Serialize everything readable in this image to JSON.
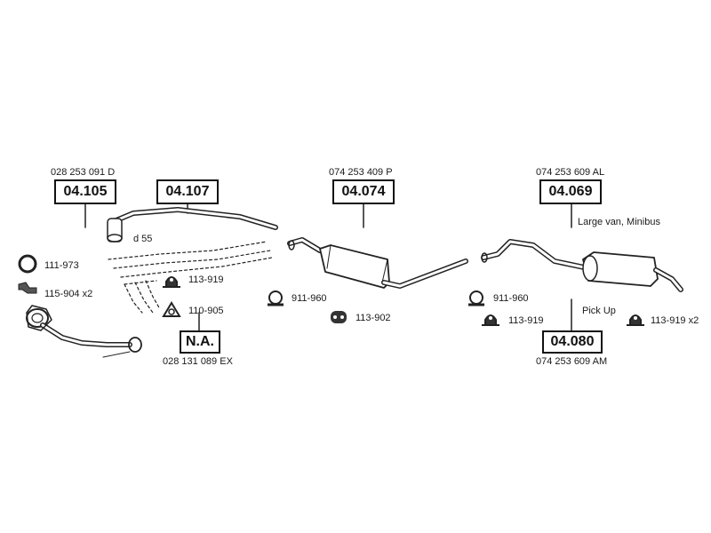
{
  "parts": {
    "p04105": {
      "code": "04.105",
      "ref": "028 253 091 D"
    },
    "p04107": {
      "code": "04.107",
      "note": "d 55"
    },
    "pNA": {
      "code": "N.A.",
      "ref": "028 131 089 EX"
    },
    "p04074": {
      "code": "04.074",
      "ref": "074 253 409 P"
    },
    "p04069": {
      "code": "04.069",
      "ref": "074 253 609 AL",
      "note": "Large van, Minibus"
    },
    "p04080": {
      "code": "04.080",
      "ref": "074 253 609 AM",
      "note": "Pick Up"
    }
  },
  "accessories": {
    "a111973": "111-973",
    "a115904": "115-904 x2",
    "a113919_left": "113-919",
    "a110905": "110-905",
    "a911960_mid": "911-960",
    "a113902": "113-902",
    "a911960_right": "911-960",
    "a113919_right": "113-919",
    "a113919x2": "113-919 x2"
  }
}
